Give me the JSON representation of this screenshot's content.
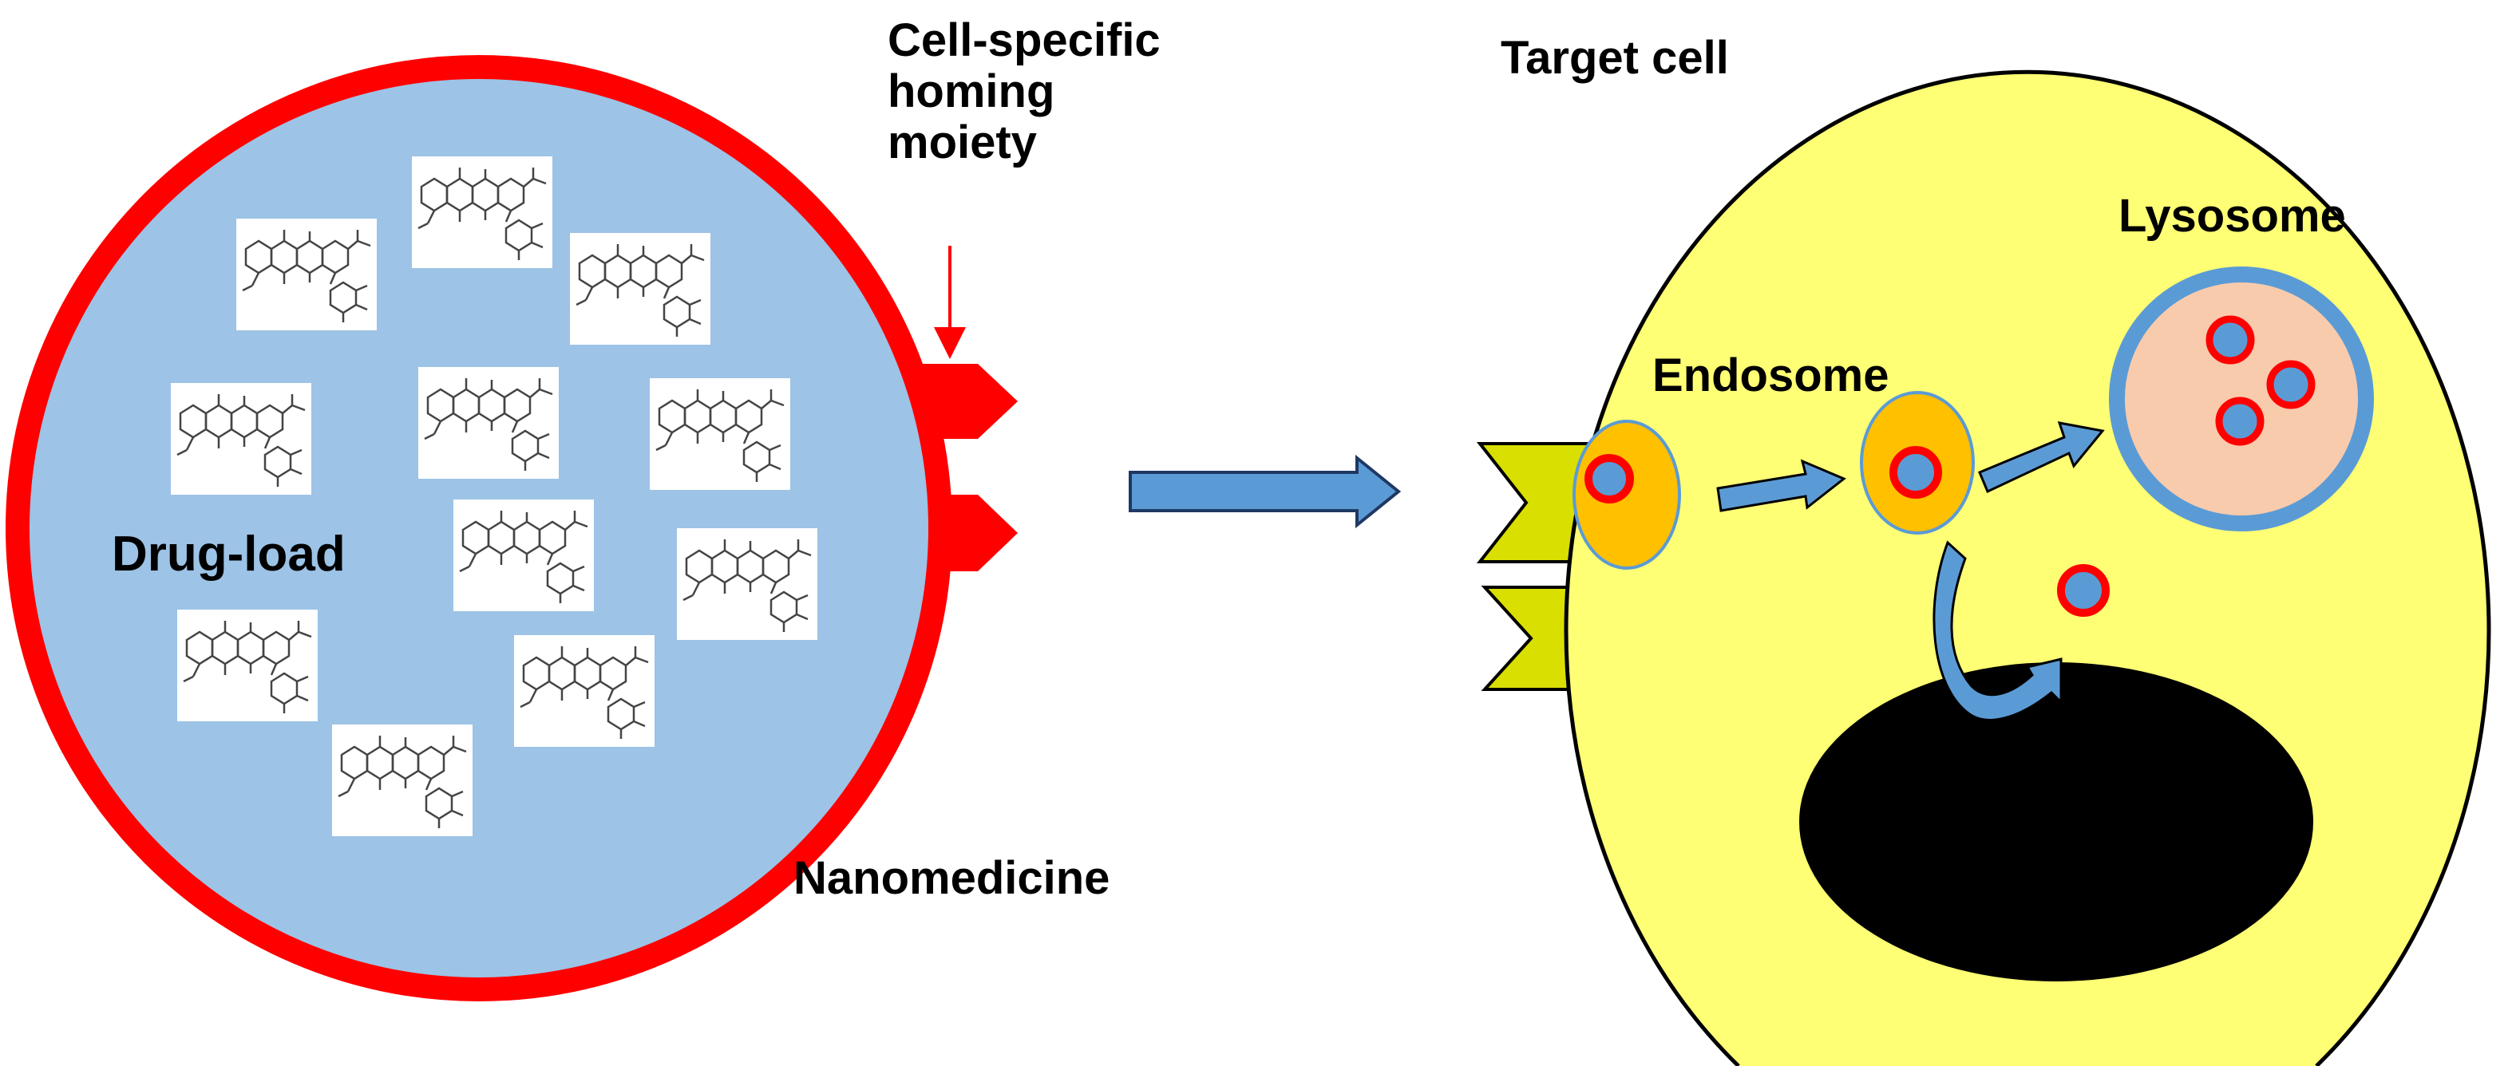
{
  "labels": {
    "homing": [
      "Cell-specific",
      "homing",
      "moiety"
    ],
    "drug_load": "Drug-load",
    "nanomedicine": "Nanomedicine",
    "target_cell": "Target cell",
    "endosome": "Endosome",
    "lysosome": "Lysosome"
  },
  "colors": {
    "nanoparticle_fill": "#9DC3E6",
    "nanoparticle_border": "#FF0000",
    "cell_fill": "#FFFF75",
    "receptor": "#D9DF00",
    "endosome_fill": "#FFC000",
    "arrow": "#5B9BD5",
    "lysosome_fill": "#F8CBAD",
    "nucleus": "#000000"
  },
  "molecule_count": 11
}
